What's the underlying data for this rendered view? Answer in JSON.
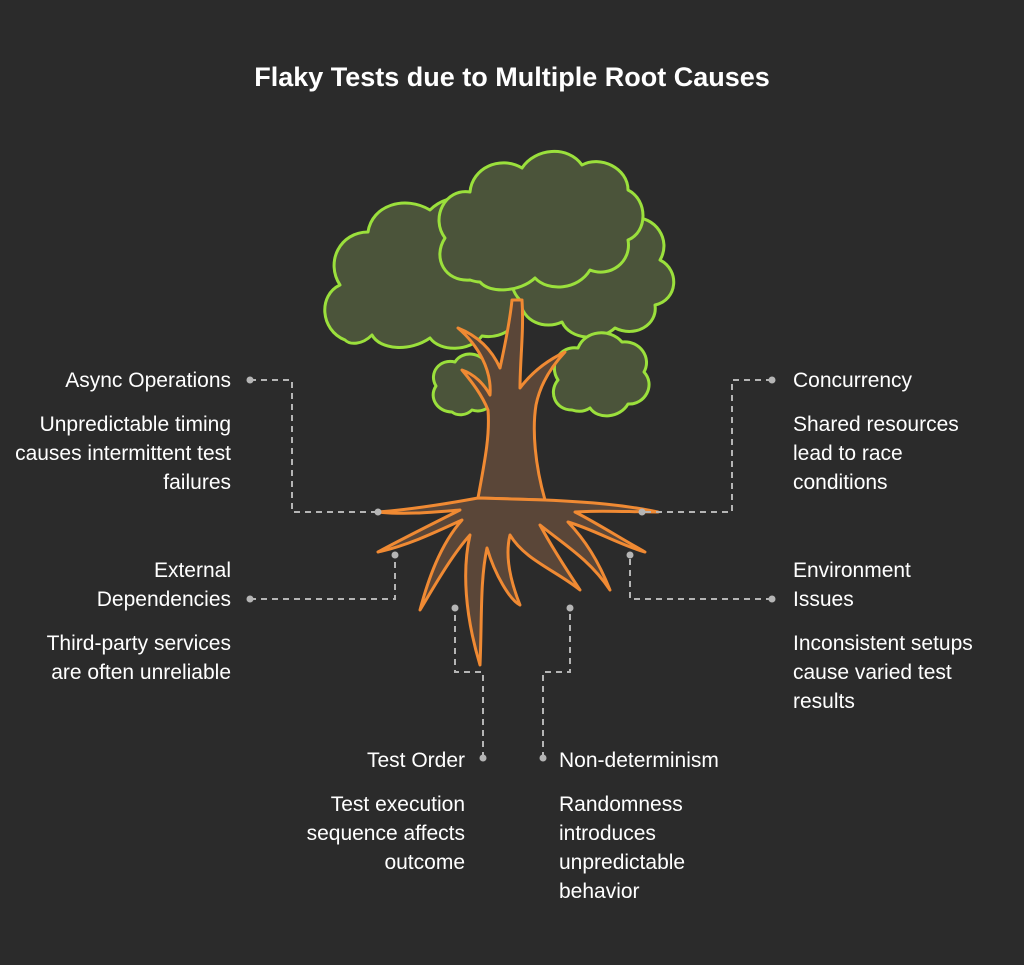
{
  "title": "Flaky Tests due to Multiple Root Causes",
  "colors": {
    "background": "#2b2b2b",
    "canopy_fill": "#4b543a",
    "canopy_stroke": "#9be03c",
    "trunk_fill": "#5a4638",
    "trunk_stroke": "#f08a33",
    "connector": "#b5b5b5"
  },
  "causes": [
    {
      "id": "async",
      "label": "Async Operations",
      "description": "Unpredictable timing causes intermittent test failures"
    },
    {
      "id": "concurrency",
      "label": "Concurrency",
      "description": "Shared resources lead to race conditions"
    },
    {
      "id": "external",
      "label": "External Dependencies",
      "description": "Third-party services are often unreliable"
    },
    {
      "id": "environment",
      "label": "Environment Issues",
      "description": "Inconsistent setups cause varied test results"
    },
    {
      "id": "order",
      "label": "Test Order",
      "description": "Test execution sequence affects outcome"
    },
    {
      "id": "nondet",
      "label": "Non-determinism",
      "description": "Randomness introduces unpredictable behavior"
    }
  ]
}
